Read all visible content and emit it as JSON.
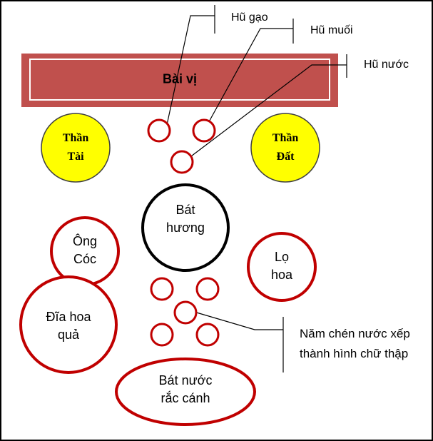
{
  "labels": {
    "bai_vi": "Bài vị",
    "hu_gao": "Hũ gạo",
    "hu_muoi": "Hũ muối",
    "hu_nuoc": "Hũ nước",
    "than_tai": [
      "Thần",
      "Tài"
    ],
    "than_dat": [
      "Thần",
      "Đất"
    ],
    "bat_huong": [
      "Bát",
      "hương"
    ],
    "ong_coc": [
      "Ông",
      "Cóc"
    ],
    "lo_hoa": [
      "Lọ",
      "hoa"
    ],
    "dia_hoa_qua": [
      "Đĩa hoa",
      "quả"
    ],
    "bat_nuoc_rac_canh": [
      "Bát nước",
      "rắc cánh"
    ],
    "nam_chen_nuoc": [
      "Năm chén nước xếp",
      "thành hình chữ thập"
    ]
  },
  "colors": {
    "banner_fill": "#c0504d",
    "banner_border": "#ffffff",
    "deity_fill": "#ffff00",
    "item_outline": "#c00000",
    "incense_outline": "#000000",
    "background": "#ffffff"
  },
  "icons": {
    "jars": "small-red-ring",
    "water_cups": "small-red-ring"
  }
}
